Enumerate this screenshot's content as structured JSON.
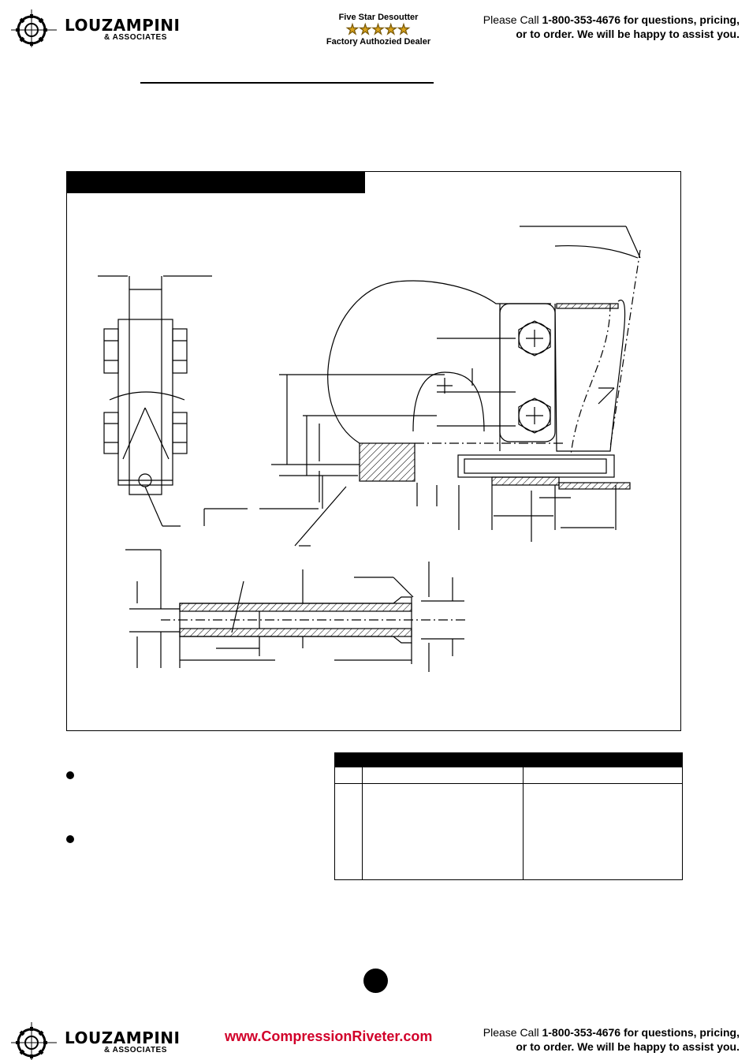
{
  "header": {
    "logo": {
      "name": "LOUZAMPINI",
      "sub": "& ASSOCIATES",
      "icon": "gear-crosshair-icon"
    },
    "dealer": {
      "line1": "Five Star Desoutter",
      "stars": "★★★★★",
      "line2": "Factory Authozied Dealer",
      "star_color": "#d9a21b"
    },
    "call": {
      "prefix": "Please Call ",
      "phone": "1-800-353-4676",
      "suffix": " for questions, pricing,",
      "line2": "or to order. We will be happy to assist you."
    }
  },
  "footer": {
    "logo": {
      "name": "LOUZAMPINI",
      "sub": "& ASSOCIATES"
    },
    "website": "www.CompressionRiveter.com",
    "website_color": "#d1002a",
    "call": {
      "prefix": "Please Call ",
      "phone": "1-800-353-4676",
      "suffix": " for questions, pricing,",
      "line2": "or to order. We will be happy to assist you."
    }
  }
}
